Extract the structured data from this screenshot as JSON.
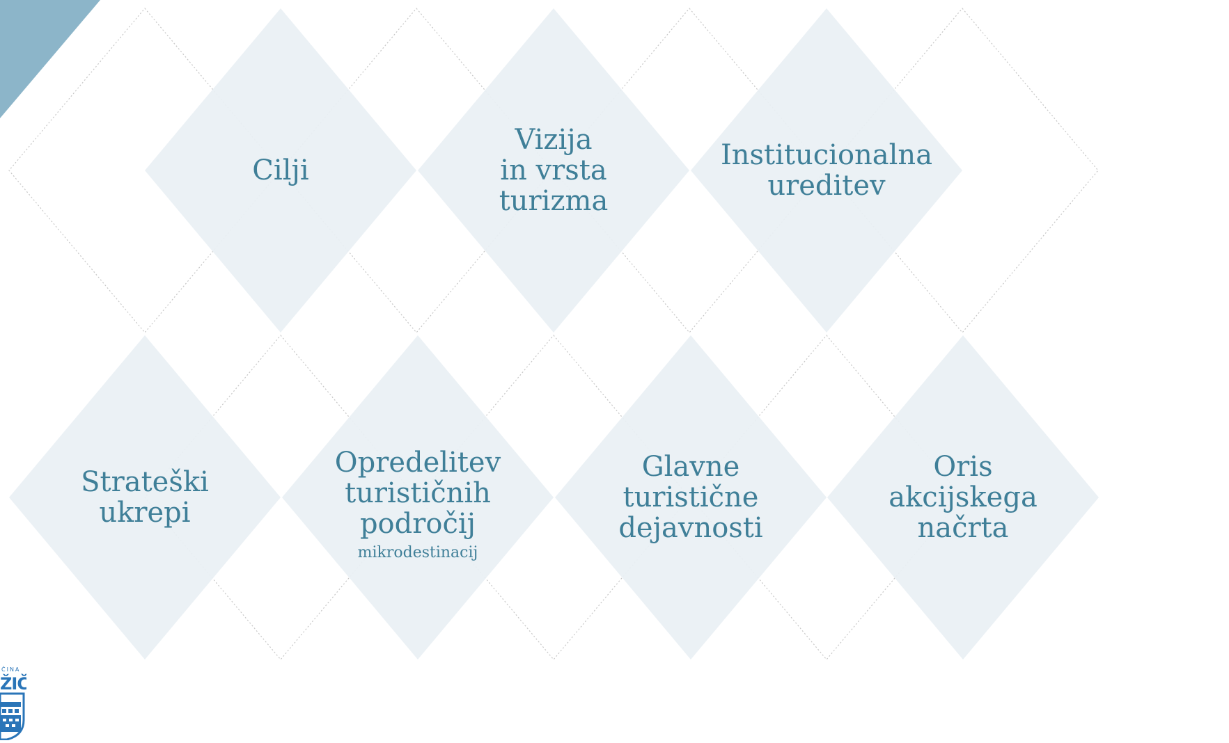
{
  "colors": {
    "diamond_fill": "#e9f0f4",
    "outline_stroke": "#c7c7c7",
    "text": "#3f7f98",
    "corner_accent": "#8cb5c9",
    "crest_blue": "#2a75b8"
  },
  "top_row": [
    {
      "lines": [
        "Cilji"
      ]
    },
    {
      "lines": [
        "Vizija",
        "in vrsta",
        "turizma"
      ]
    },
    {
      "lines": [
        "Institucionalna",
        "ureditev"
      ]
    }
  ],
  "bottom_row": [
    {
      "lines": [
        "Strateški",
        "ukrepi"
      ]
    },
    {
      "lines": [
        "Opredelitev",
        "turističnih",
        "področij"
      ],
      "sub": "mikrodestinacij"
    },
    {
      "lines": [
        "Glavne",
        "turistične",
        "dejavnosti"
      ]
    },
    {
      "lines": [
        "Oris",
        "akcijskega",
        "načrta"
      ]
    }
  ],
  "crest": {
    "name": "ŽIČ",
    "caption": "ČINA"
  }
}
